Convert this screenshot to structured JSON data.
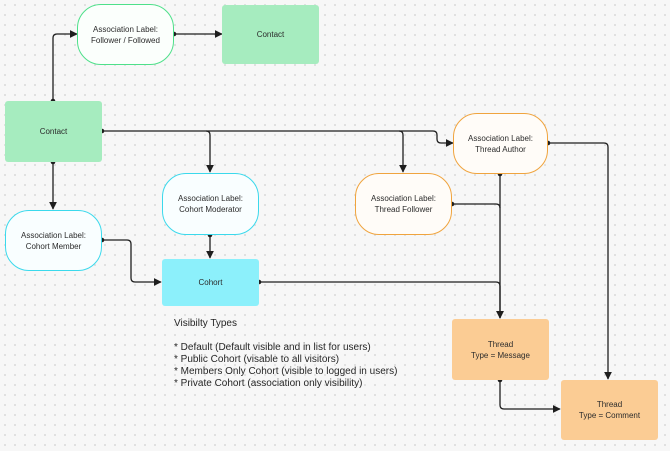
{
  "nodes": {
    "contact_top": {
      "lines": [
        "Contact"
      ]
    },
    "contact_main": {
      "lines": [
        "Contact"
      ]
    },
    "label_follower": {
      "lines": [
        "Association Label:",
        "Follower / Followed"
      ]
    },
    "label_cohort_member": {
      "lines": [
        "Association Label:",
        "Cohort Member"
      ]
    },
    "label_cohort_moderator": {
      "lines": [
        "Association Label:",
        "Cohort Moderator"
      ]
    },
    "label_thread_follower": {
      "lines": [
        "Association Label:",
        "Thread Follower"
      ]
    },
    "label_thread_author": {
      "lines": [
        "Association Label:",
        "Thread Author"
      ]
    },
    "cohort": {
      "lines": [
        "Cohort"
      ]
    },
    "thread_message": {
      "lines": [
        "Thread",
        "Type = Message"
      ]
    },
    "thread_comment": {
      "lines": [
        "Thread",
        "Type = Comment"
      ]
    }
  },
  "notes": {
    "title": "Visibilty Types",
    "items": [
      "* Default (Default visible and in list for users)",
      "* Public Cohort (visable to all visitors)",
      "* Members Only Cohort (visible to logged in users)",
      "* Private Cohort (association only visibility)"
    ]
  },
  "colors": {
    "edge": "#1e1e1e",
    "green_fill": "#a6ecbf",
    "green_border": "#4ee08a",
    "cyan_fill": "#8cf0fb",
    "cyan_border": "#3bd9ec",
    "orange_fill": "#fbcc94",
    "orange_border": "#f0a43e"
  }
}
